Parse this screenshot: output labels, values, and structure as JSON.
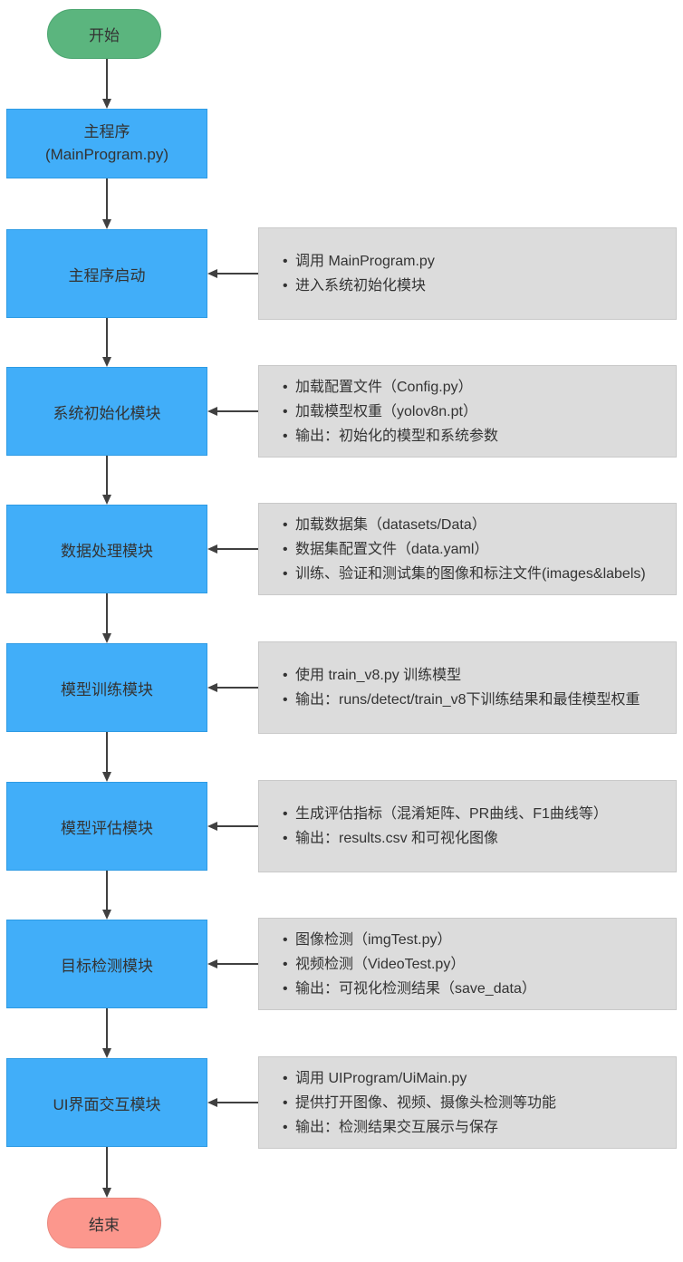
{
  "colors": {
    "start_fill": "#5BB57E",
    "start_border": "#4DA671",
    "end_fill": "#FC978D",
    "end_border": "#E98A80",
    "node_fill": "#41AEF9",
    "node_border": "#2E9BE4",
    "note_fill": "#DCDCDC",
    "note_border": "#C9C9C9",
    "arrow": "#404040",
    "text": "#333333"
  },
  "diagram": {
    "start_label": "开始",
    "end_label": "结束",
    "main": {
      "title": "主程序",
      "subtitle": "(MainProgram.py)"
    },
    "steps": [
      {
        "label": "主程序启动",
        "notes": [
          "调用 MainProgram.py",
          "进入系统初始化模块"
        ]
      },
      {
        "label": "系统初始化模块",
        "notes": [
          "加载配置文件（Config.py）",
          "加载模型权重（yolov8n.pt）",
          "输出：初始化的模型和系统参数"
        ]
      },
      {
        "label": "数据处理模块",
        "notes": [
          "加载数据集（datasets/Data）",
          "数据集配置文件（data.yaml）",
          "训练、验证和测试集的图像和标注文件(images&labels)"
        ]
      },
      {
        "label": "模型训练模块",
        "notes": [
          "使用 train_v8.py 训练模型",
          "输出：runs/detect/train_v8下训练结果和最佳模型权重"
        ]
      },
      {
        "label": "模型评估模块",
        "notes": [
          "生成评估指标（混淆矩阵、PR曲线、F1曲线等）",
          "输出：results.csv 和可视化图像"
        ]
      },
      {
        "label": "目标检测模块",
        "notes": [
          "图像检测（imgTest.py）",
          "视频检测（VideoTest.py）",
          "输出：可视化检测结果（save_data）"
        ]
      },
      {
        "label": "UI界面交互模块",
        "notes": [
          "调用 UIProgram/UiMain.py",
          "提供打开图像、视频、摄像头检测等功能",
          "输出：检测结果交互展示与保存"
        ]
      }
    ]
  }
}
